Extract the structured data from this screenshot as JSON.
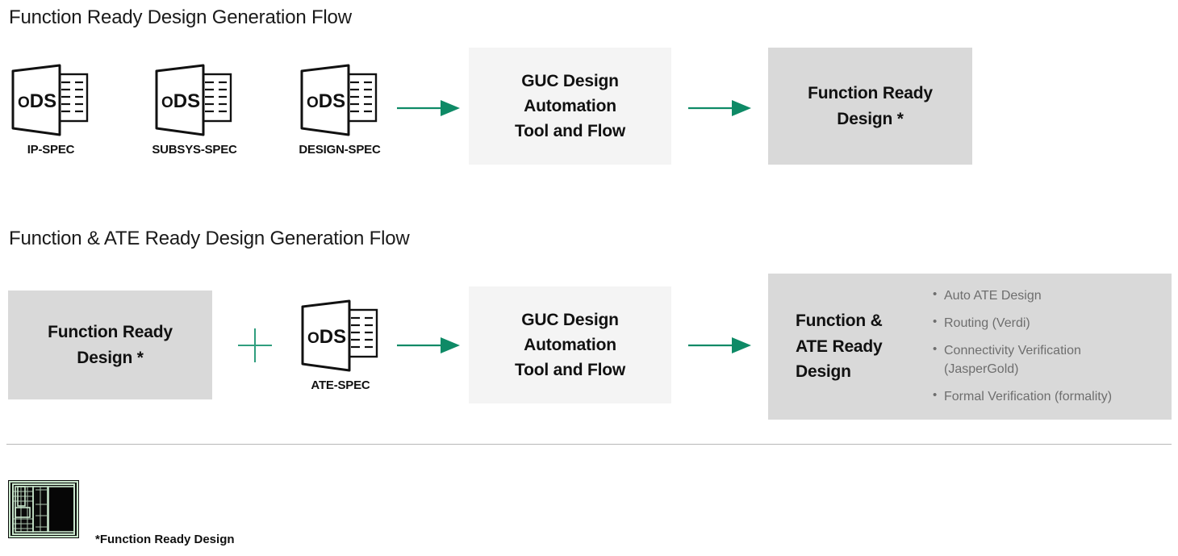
{
  "sections": [
    {
      "id": "flow1",
      "title": "Function Ready Design Generation Flow"
    },
    {
      "id": "flow2",
      "title": "Function & ATE Ready Design Generation Flow"
    }
  ],
  "flow1": {
    "specs": [
      {
        "icon": "ods-document-icon",
        "icon_text": "ODS",
        "label": "IP-SPEC"
      },
      {
        "icon": "ods-document-icon",
        "icon_text": "ODS",
        "label": "SUBSYS-SPEC"
      },
      {
        "icon": "ods-document-icon",
        "icon_text": "ODS",
        "label": "DESIGN-SPEC"
      }
    ],
    "arrow1": "arrow-right-icon",
    "tool_box": {
      "text": "GUC Design\nAutomation\nTool and Flow",
      "fill": "#f4f4f4"
    },
    "arrow2": "arrow-right-icon",
    "result_box": {
      "text": "Function Ready\nDesign *",
      "fill": "#d9d9d9"
    }
  },
  "flow2": {
    "input_box": {
      "text": "Function Ready\nDesign *",
      "fill": "#d9d9d9"
    },
    "plus": "plus-icon",
    "spec": {
      "icon": "ods-document-icon",
      "icon_text": "ODS",
      "label": "ATE-SPEC"
    },
    "arrow1": "arrow-right-icon",
    "tool_box": {
      "text": "GUC Design\nAutomation\nTool and Flow",
      "fill": "#f4f4f4"
    },
    "arrow2": "arrow-right-icon",
    "result_box": {
      "heading": "Function &\nATE Ready\nDesign",
      "fill": "#d9d9d9",
      "bullets": [
        "Auto ATE Design",
        "Routing (Verdi)",
        "Connectivity Verification\n(JasperGold)",
        "Formal Verification (formality)"
      ]
    }
  },
  "footer": {
    "thumbnail": "chip-floorplan-thumbnail",
    "note": "*Function Ready Design"
  },
  "colors": {
    "arrow_green": "#0e8a66",
    "plus_green": "#2f9e7e",
    "box_light": "#f4f4f4",
    "box_dark": "#d9d9d9",
    "bullet_text": "#6e6e6e",
    "divider": "#b8b8b8",
    "chip_outline": "#c9e7cc"
  }
}
